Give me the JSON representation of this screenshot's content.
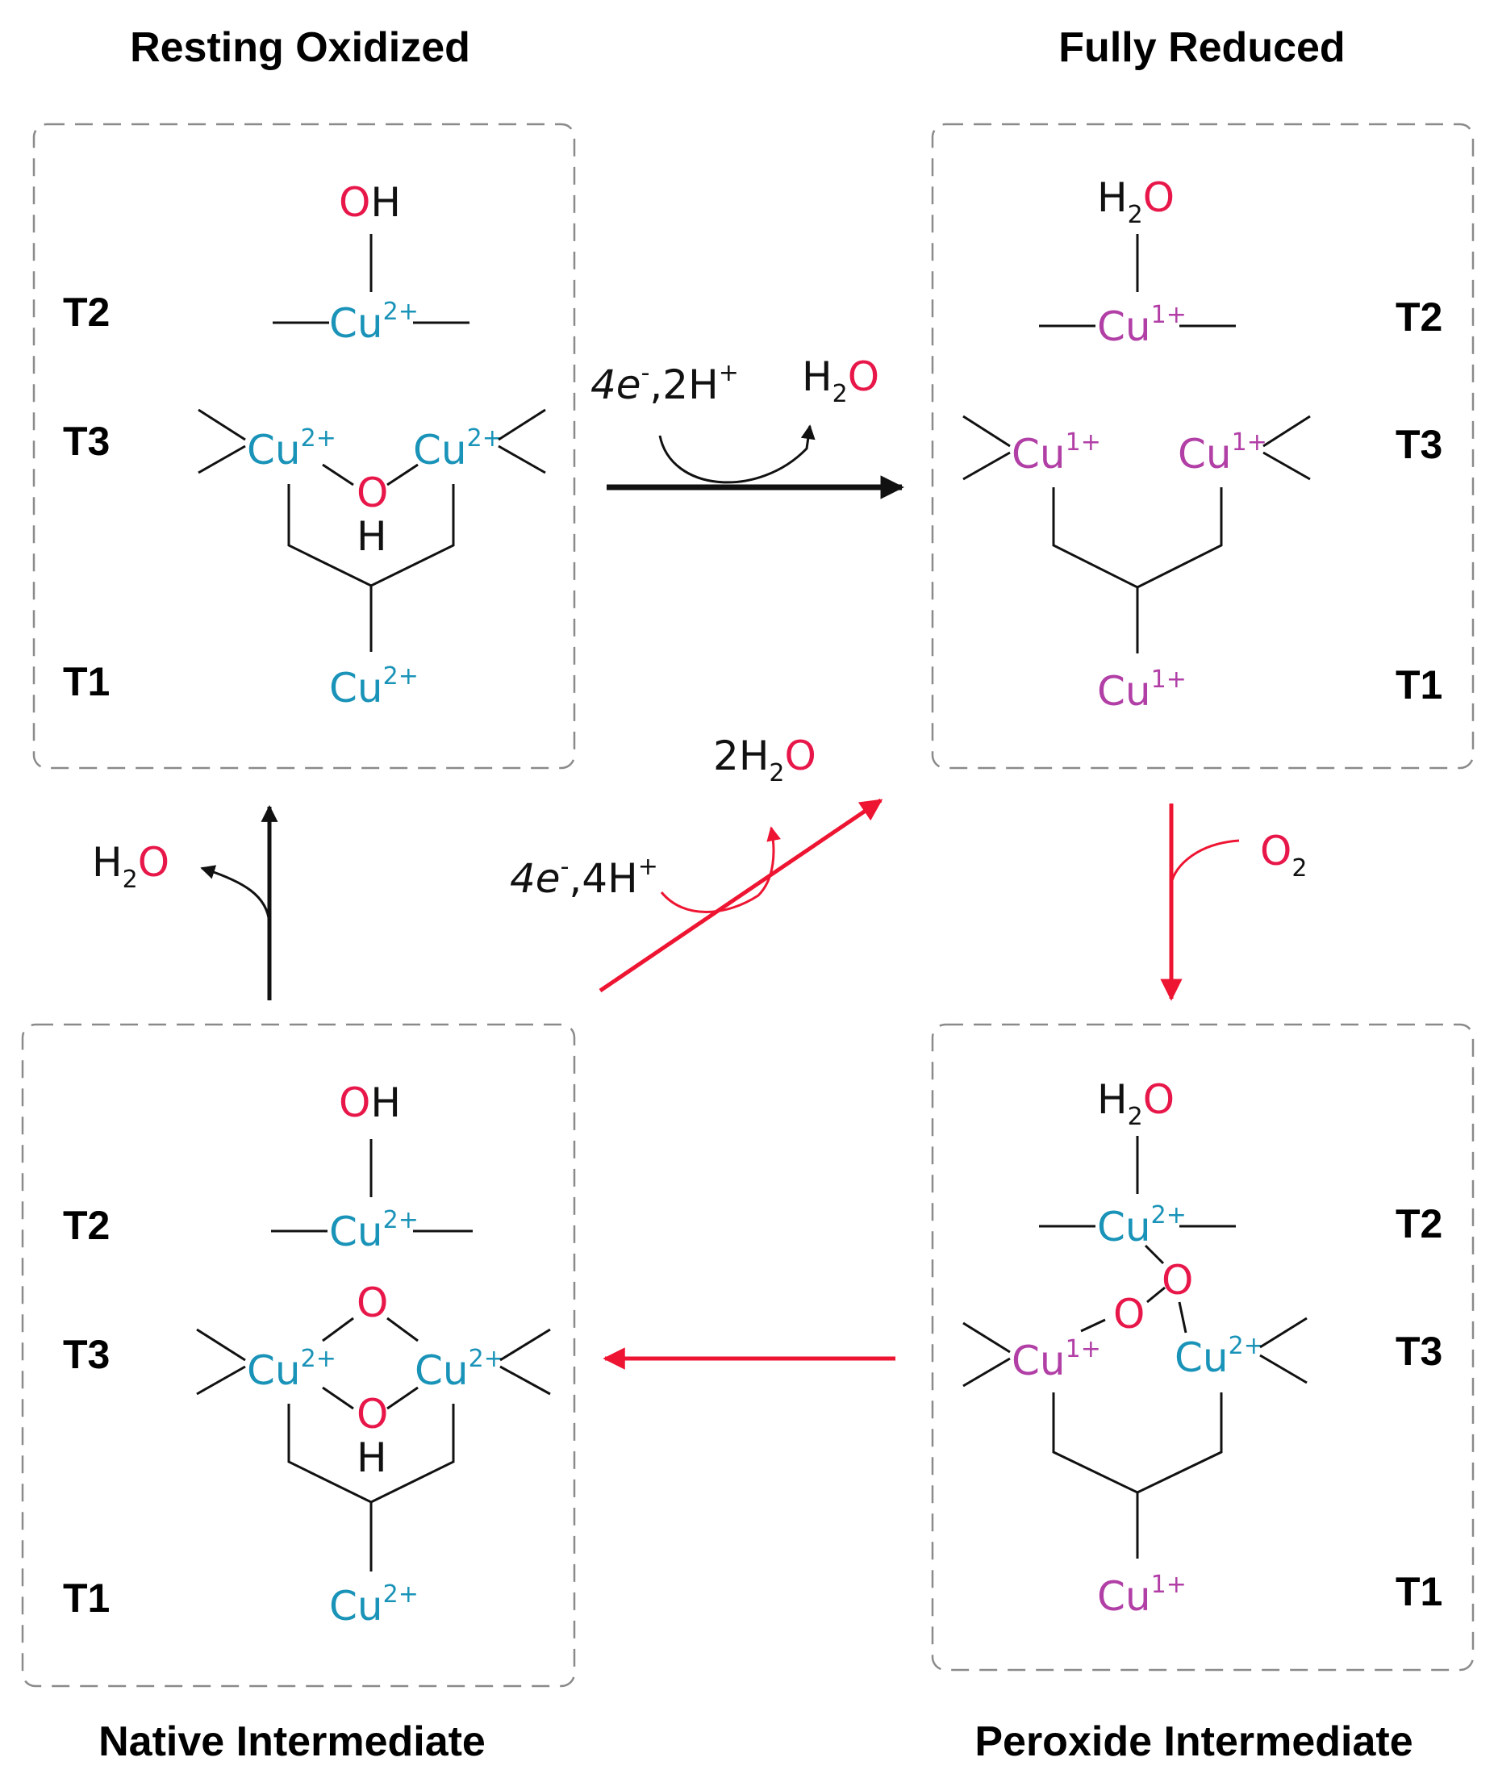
{
  "colors": {
    "oxidized_cu": "#1a93b8",
    "reduced_cu": "#b13fa6",
    "oxygen": "#e8174a",
    "red_arrow": "#ee1532",
    "black": "#111111"
  },
  "titles": {
    "resting_oxidized": "Resting Oxidized",
    "fully_reduced": "Fully Reduced",
    "native_intermediate": "Native Intermediate",
    "peroxide_intermediate": "Peroxide Intermediate"
  },
  "sites": {
    "t1": "T1",
    "t2": "T2",
    "t3": "T3"
  },
  "atoms": {
    "cu": "Cu",
    "ox2": "2+",
    "ox1": "1+",
    "O": "O",
    "H": "H",
    "H2": "H",
    "sub2": "2",
    "O2_mol": "O"
  },
  "arrows": {
    "reduction_label_e": "4e",
    "reduction_label_e_sup": "-",
    "reduction_label_h": ",2H",
    "reduction_label_h_sup": "+",
    "reduction_product": "H2O",
    "decay_product": "H2O",
    "oxygen_binding": "O2",
    "direct_label_e": "4e",
    "direct_label_e_sup": "-",
    "direct_label_h": ",4H",
    "direct_label_h_sup": "+",
    "direct_product": "2H2O"
  }
}
